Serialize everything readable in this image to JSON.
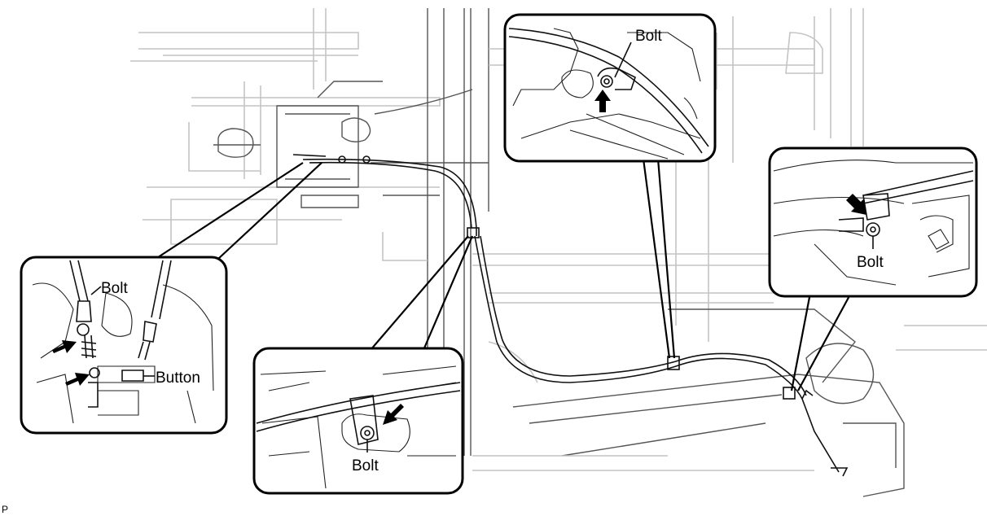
{
  "figure_tag": "P",
  "callouts": {
    "parking_brake": {
      "bolt_label": "Bolt",
      "button_label": "Button"
    },
    "center_clamp": {
      "bolt_label": "Bolt"
    },
    "upper_clamp": {
      "bolt_label": "Bolt"
    },
    "rear_clamp": {
      "bolt_label": "Bolt"
    }
  }
}
